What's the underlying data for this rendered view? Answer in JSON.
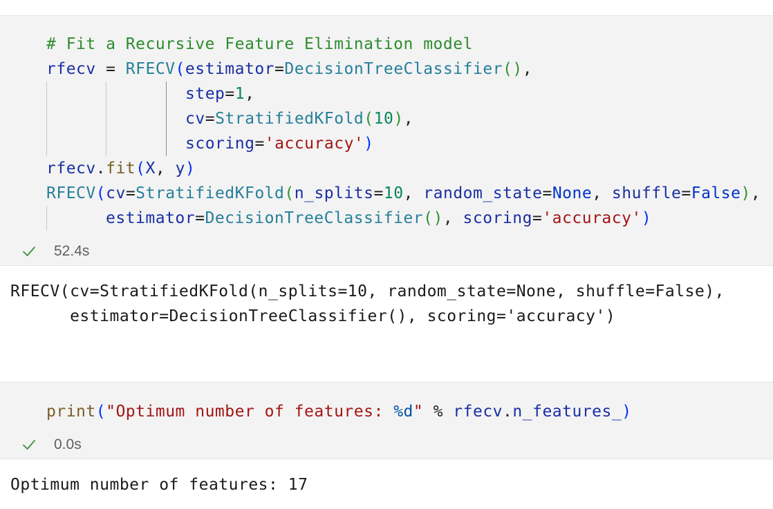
{
  "cells": [
    {
      "code": {
        "comment": "# Fit a Recursive Feature Elimination model",
        "l2_var": "rfecv",
        "l2_eq": " = ",
        "l2_class": "RFECV",
        "l2_open": "(",
        "l2_param": "estimator",
        "l2_assign": "=",
        "l2_est": "DecisionTreeClassifier",
        "l2_call": "()",
        "l2_comma": ",",
        "l3_param": "step",
        "l3_assign": "=",
        "l3_num": "1",
        "l3_comma": ",",
        "l4_param": "cv",
        "l4_assign": "=",
        "l4_class": "StratifiedKFold",
        "l4_open": "(",
        "l4_num": "10",
        "l4_close": ")",
        "l4_comma": ",",
        "l5_param": "scoring",
        "l5_assign": "=",
        "l5_str": "'accuracy'",
        "l5_close": ")",
        "l6_var": "rfecv",
        "l6_dot": ".",
        "l6_fn": "fit",
        "l6_open": "(",
        "l6_x": "X",
        "l6_sep": ", ",
        "l6_y": "y",
        "l6_close": ")",
        "l7_class": "RFECV",
        "l7_open": "(",
        "l7_p1": "cv",
        "l7_eq1": "=",
        "l7_skf": "StratifiedKFold",
        "l7_open2": "(",
        "l7_p2": "n_splits",
        "l7_eq2": "=",
        "l7_num": "10",
        "l7_sep1": ", ",
        "l7_p3": "random_state",
        "l7_eq3": "=",
        "l7_none": "None",
        "l7_sep2": ", ",
        "l7_p4": "shuffle",
        "l7_eq4": "=",
        "l7_false": "False",
        "l7_close2": ")",
        "l7_comma": ",",
        "l8_p1": "estimator",
        "l8_eq1": "=",
        "l8_est": "DecisionTreeClassifier",
        "l8_call": "()",
        "l8_sep": ", ",
        "l8_p2": "scoring",
        "l8_eq2": "=",
        "l8_str": "'accuracy'",
        "l8_close": ")"
      },
      "status": "52.4s",
      "output": [
        "RFECV(cv=StratifiedKFold(n_splits=10, random_state=None, shuffle=False),",
        "      estimator=DecisionTreeClassifier(), scoring='accuracy')"
      ]
    },
    {
      "code": {
        "fn": "print",
        "open": "(",
        "str_a": "\"Optimum number of features: ",
        "fmt": "%d",
        "str_b": "\"",
        "op": " % ",
        "var": "rfecv",
        "dot": ".",
        "attr": "n_features_",
        "close": ")"
      },
      "status": "0.0s",
      "output": [
        "Optimum number of features: 17"
      ]
    }
  ],
  "colors": {
    "cell_background": "#f3f3f3",
    "check": "#3c8f3c",
    "comment": "#2e8b2e",
    "class": "#267f99",
    "string": "#a31515",
    "number": "#098658",
    "variable": "#1a2fa3"
  },
  "icons": {
    "status": "check-icon"
  }
}
